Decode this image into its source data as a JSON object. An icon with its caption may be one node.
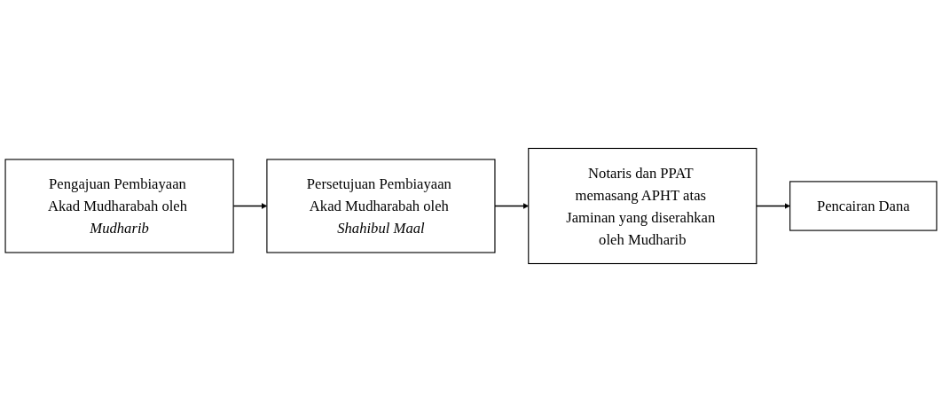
{
  "diagram": {
    "nodes": [
      {
        "text": [
          "Pengajuan Pembiayaan Akad Mudharabah oleh *Mudharib*"
        ]
      },
      {
        "text": [
          "Persetujuan Pembiayaan Akad Mudharabah oleh *Shahibul Maal*"
        ]
      },
      {
        "text": [
          "Notaris dan PPAT memasang APHT atas Jaminan yang diserahkan oleh Mudharib"
        ]
      },
      {
        "text": [
          "Pencairan Dana"
        ]
      }
    ],
    "edges": [
      {
        "from": 0,
        "to": 1,
        "arrow": "to"
      },
      {
        "from": 1,
        "to": 2,
        "arrow": "to"
      },
      {
        "from": 2,
        "to": 3,
        "arrow": "to"
      }
    ]
  }
}
